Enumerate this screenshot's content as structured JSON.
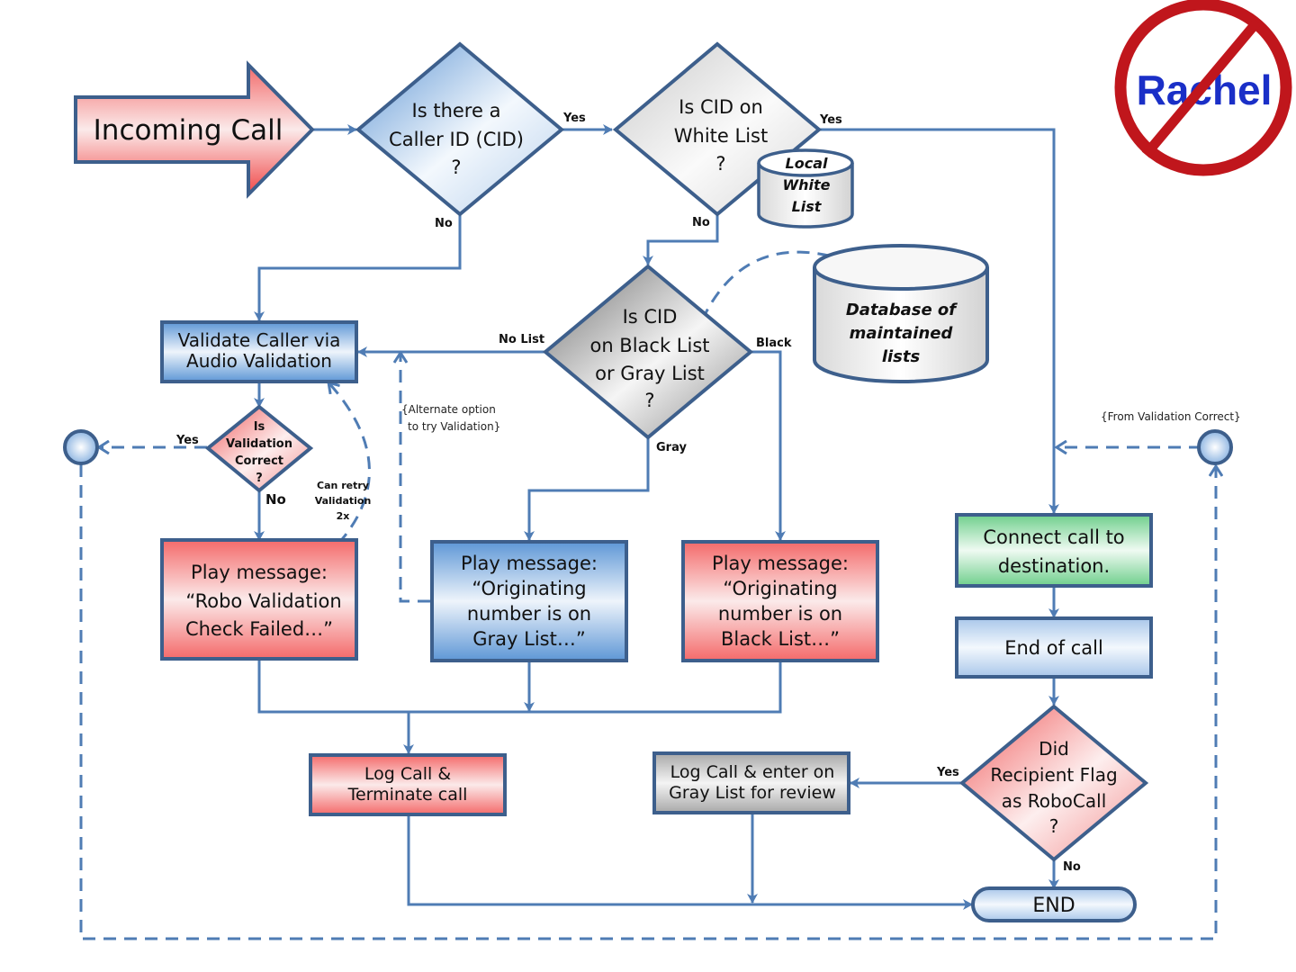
{
  "colors": {
    "connector": "#4f7cb4",
    "shape_border": "#3d5f8c",
    "red_fill": "#f06a6a",
    "blue_fill": "#6a9fd8",
    "gray_fill": "#9a9a9a",
    "green_fill": "#7fd39a",
    "logo_red": "#c0161c",
    "logo_blue": "#1a2fc7"
  },
  "logo": {
    "text": "Rachel",
    "icon": "no-symbol-icon"
  },
  "nodes": {
    "incoming_call": "Incoming Call",
    "caller_id_q": [
      "Is there a",
      "Caller ID (CID)",
      "?"
    ],
    "white_list_q": [
      "Is CID on",
      "White List",
      "?"
    ],
    "local_white_list": [
      "Local",
      "White",
      "List"
    ],
    "db_lists": [
      "Database of",
      "maintained",
      "lists"
    ],
    "black_gray_q": [
      "Is CID",
      "on Black List",
      "or Gray List",
      "?"
    ],
    "validate_caller": [
      "Validate Caller via",
      "Audio Validation"
    ],
    "validation_correct_q": [
      "Is",
      "Validation",
      "Correct",
      "?"
    ],
    "play_robo_failed": [
      "Play message:",
      "“Robo Validation",
      "Check Failed…”"
    ],
    "play_gray": [
      "Play message:",
      "“Originating",
      "number is on",
      "Gray List…”"
    ],
    "play_black": [
      "Play message:",
      "“Originating",
      "number is on",
      "Black List…”"
    ],
    "connect_call": [
      "Connect call to",
      "destination."
    ],
    "end_of_call": "End of call",
    "recipient_flag_q": [
      "Did",
      "Recipient Flag",
      "as RoboCall",
      "?"
    ],
    "log_terminate": [
      "Log Call &",
      "Terminate call"
    ],
    "log_gray_review": [
      "Log Call & enter on",
      "Gray List for review"
    ],
    "end": "END"
  },
  "edge_labels": {
    "cid_yes": "Yes",
    "cid_no": "No",
    "white_yes": "Yes",
    "white_no": "No",
    "no_list": "No List",
    "black": "Black",
    "gray": "Gray",
    "validation_yes": "Yes",
    "validation_no": "No",
    "retry": [
      "Can retry",
      "Validation",
      "2x"
    ],
    "alternate": [
      "{Alternate option",
      "to try Validation}"
    ],
    "from_validation": "{From  Validation Correct}",
    "flag_yes": "Yes",
    "flag_no": "No"
  }
}
